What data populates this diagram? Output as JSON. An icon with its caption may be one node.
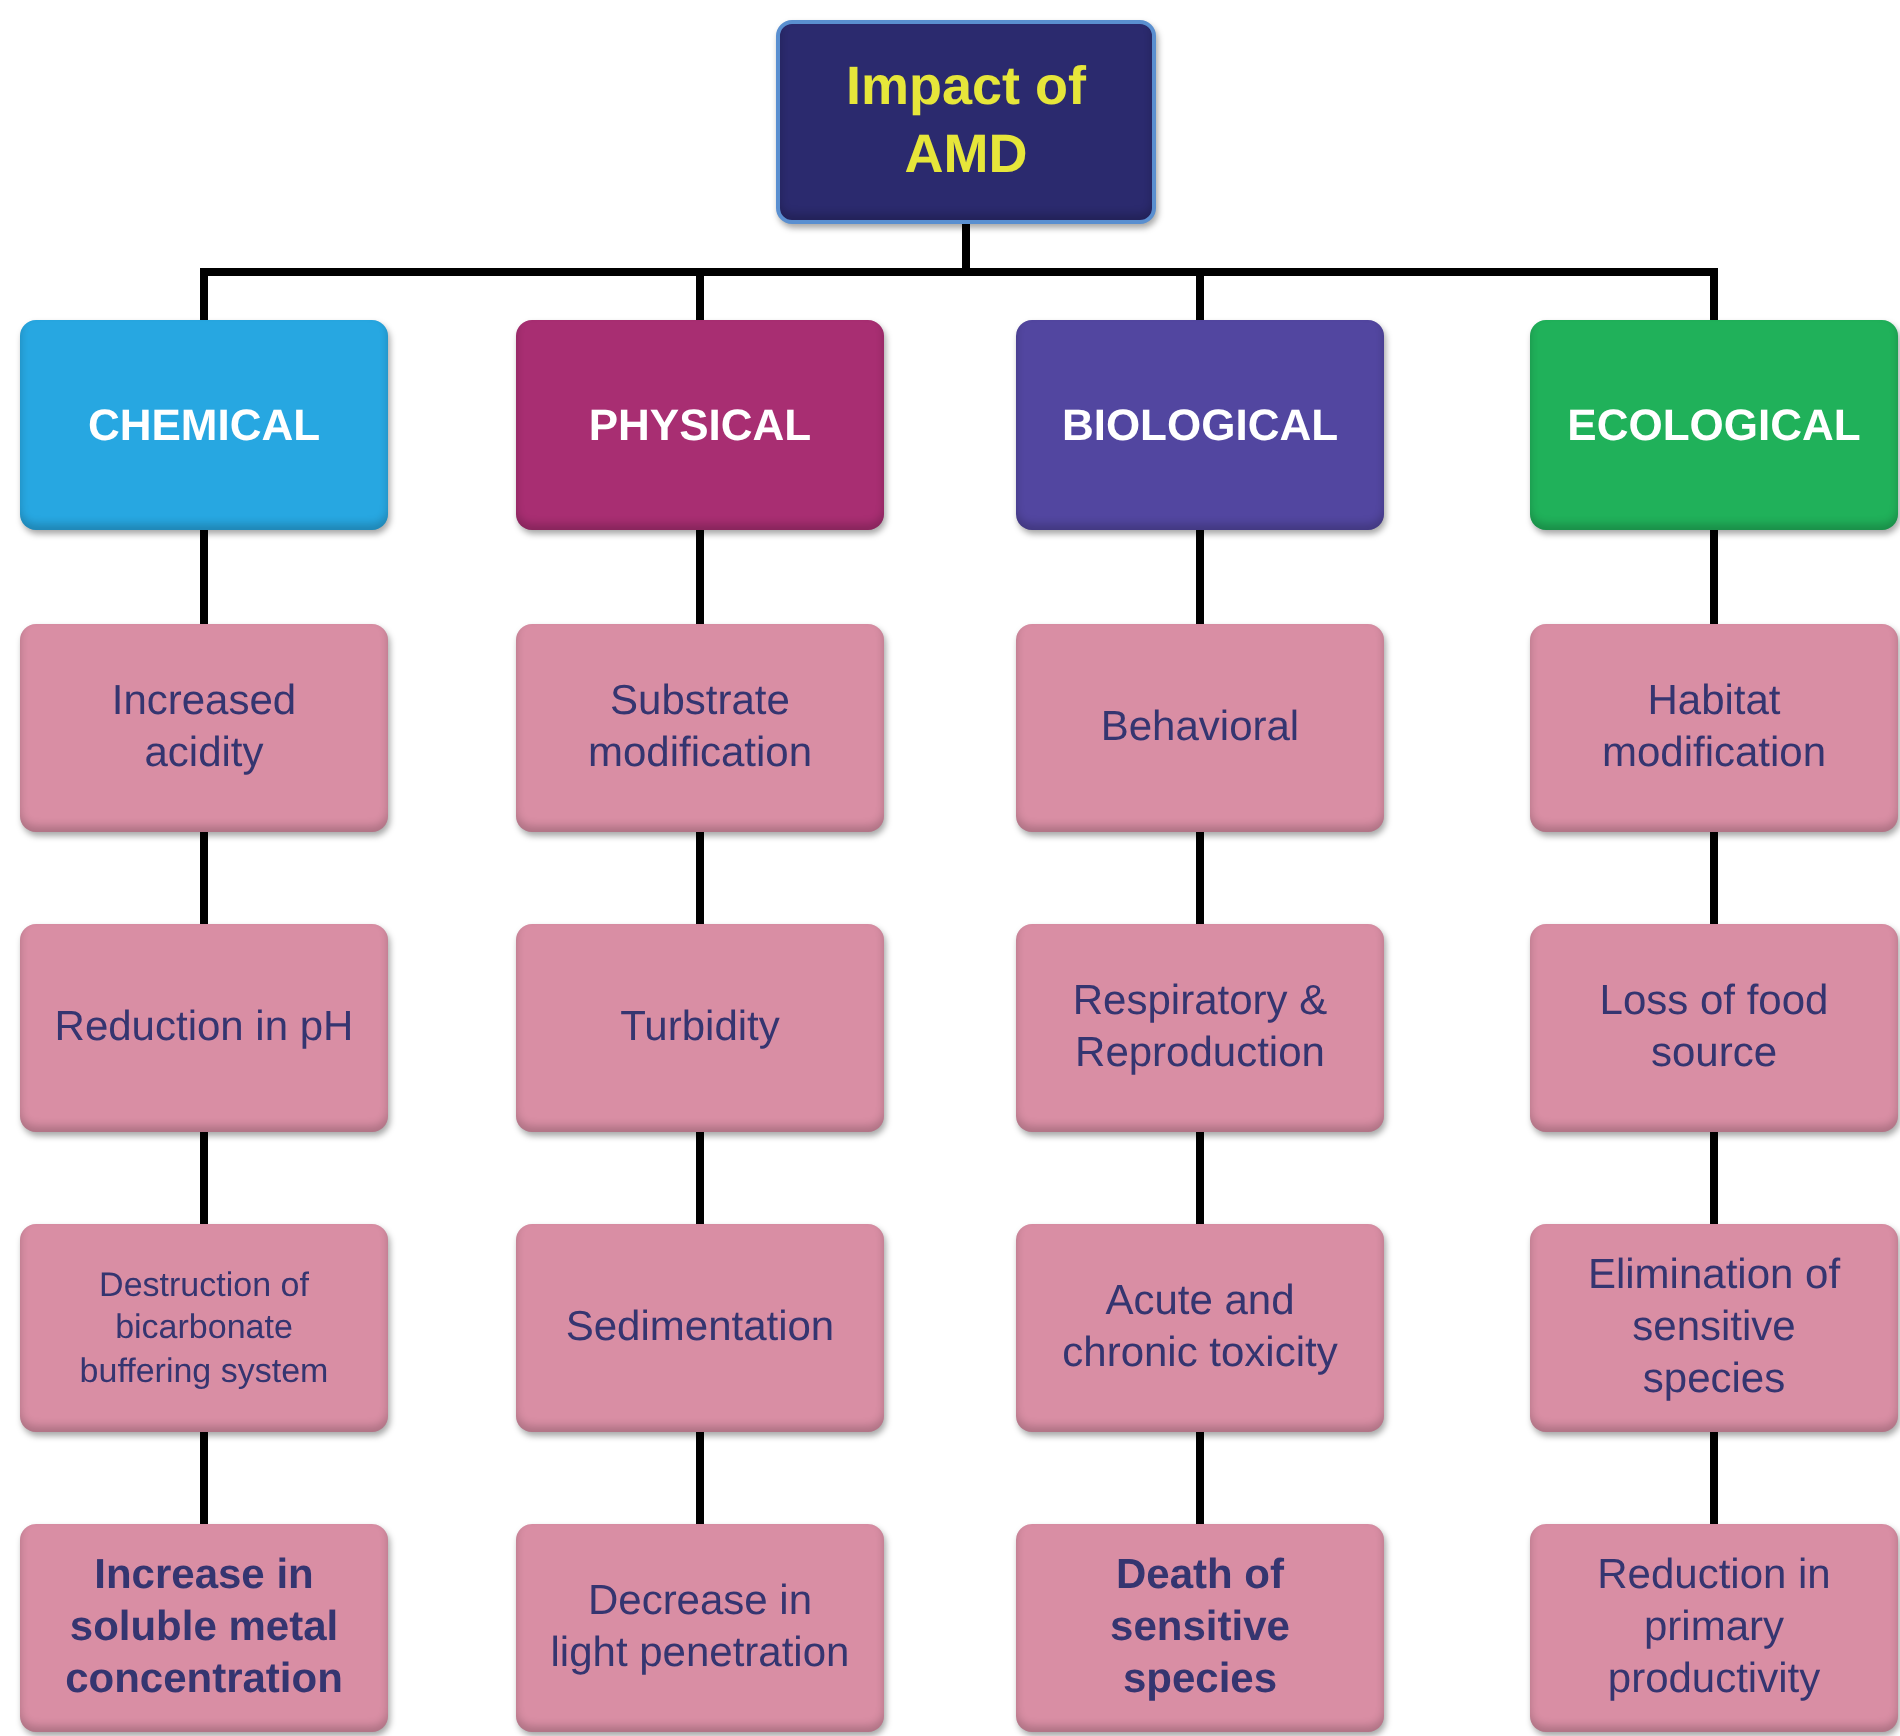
{
  "diagram": {
    "nodes": [
      {
        "text": [
          "Impact of AMD"
        ]
      },
      {
        "text": [
          "CHEMICAL"
        ]
      },
      {
        "text": [
          "PHYSICAL"
        ]
      },
      {
        "text": [
          "BIOLOGICAL"
        ]
      },
      {
        "text": [
          "ECOLOGICAL"
        ]
      },
      {
        "text": [
          "Increased acidity"
        ]
      },
      {
        "text": [
          "Substrate modification"
        ]
      },
      {
        "text": [
          "Behavioral"
        ]
      },
      {
        "text": [
          "Habitat modification"
        ]
      },
      {
        "text": [
          "Reduction in pH"
        ]
      },
      {
        "text": [
          "Turbidity"
        ]
      },
      {
        "text": [
          "Respiratory & Reproduction"
        ]
      },
      {
        "text": [
          "Loss of food source"
        ]
      },
      {
        "text": [
          "Destruction of bicarbonate buffering system"
        ]
      },
      {
        "text": [
          "Sedimentation"
        ]
      },
      {
        "text": [
          "Acute and chronic toxicity"
        ]
      },
      {
        "text": [
          "Elimination of sensitive species"
        ]
      },
      {
        "text": [
          "Increase in soluble metal concentration"
        ]
      },
      {
        "text": [
          "Decrease in light penetration"
        ]
      },
      {
        "text": [
          "Death of sensitive species"
        ]
      },
      {
        "text": [
          "Reduction in primary productivity"
        ]
      }
    ],
    "edges": [
      {
        "from": 0,
        "to": 1,
        "arrow": "none"
      },
      {
        "from": 0,
        "to": 2,
        "arrow": "none"
      },
      {
        "from": 0,
        "to": 3,
        "arrow": "none"
      },
      {
        "from": 0,
        "to": 4,
        "arrow": "none"
      },
      {
        "from": 1,
        "to": 5,
        "arrow": "none"
      },
      {
        "from": 2,
        "to": 6,
        "arrow": "none"
      },
      {
        "from": 3,
        "to": 7,
        "arrow": "none"
      },
      {
        "from": 4,
        "to": 8,
        "arrow": "none"
      },
      {
        "from": 5,
        "to": 9,
        "arrow": "none"
      },
      {
        "from": 6,
        "to": 10,
        "arrow": "none"
      },
      {
        "from": 7,
        "to": 11,
        "arrow": "none"
      },
      {
        "from": 8,
        "to": 12,
        "arrow": "none"
      },
      {
        "from": 9,
        "to": 13,
        "arrow": "none"
      },
      {
        "from": 10,
        "to": 14,
        "arrow": "none"
      },
      {
        "from": 11,
        "to": 15,
        "arrow": "none"
      },
      {
        "from": 12,
        "to": 16,
        "arrow": "none"
      },
      {
        "from": 13,
        "to": 17,
        "arrow": "none"
      },
      {
        "from": 14,
        "to": 18,
        "arrow": "none"
      },
      {
        "from": 15,
        "to": 19,
        "arrow": "none"
      },
      {
        "from": 16,
        "to": 20,
        "arrow": "none"
      }
    ]
  }
}
